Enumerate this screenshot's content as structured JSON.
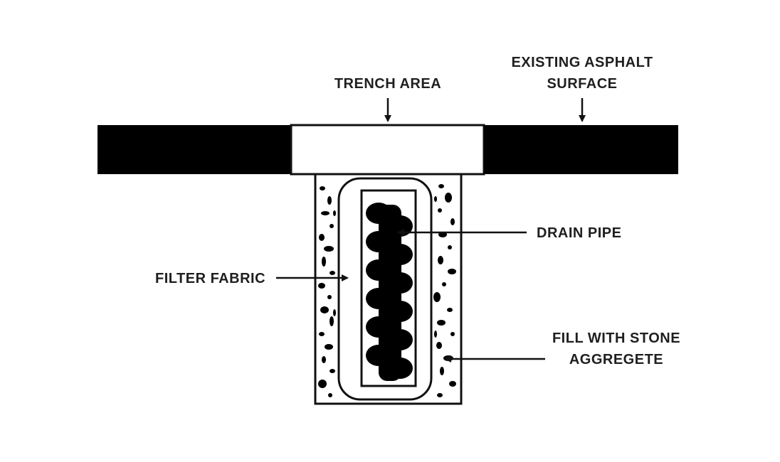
{
  "labels": {
    "trench_area": "TRENCH AREA",
    "existing_asphalt_line1": "EXISTING ASPHALT",
    "existing_asphalt_line2": "SURFACE",
    "drain_pipe": "DRAIN PIPE",
    "filter_fabric": "FILTER FABRIC",
    "fill_stone_line1": "FILL WITH STONE",
    "fill_stone_line2": "AGGREGETE"
  },
  "colors": {
    "asphalt": "#000000",
    "line": "#111111",
    "background": "#ffffff"
  }
}
